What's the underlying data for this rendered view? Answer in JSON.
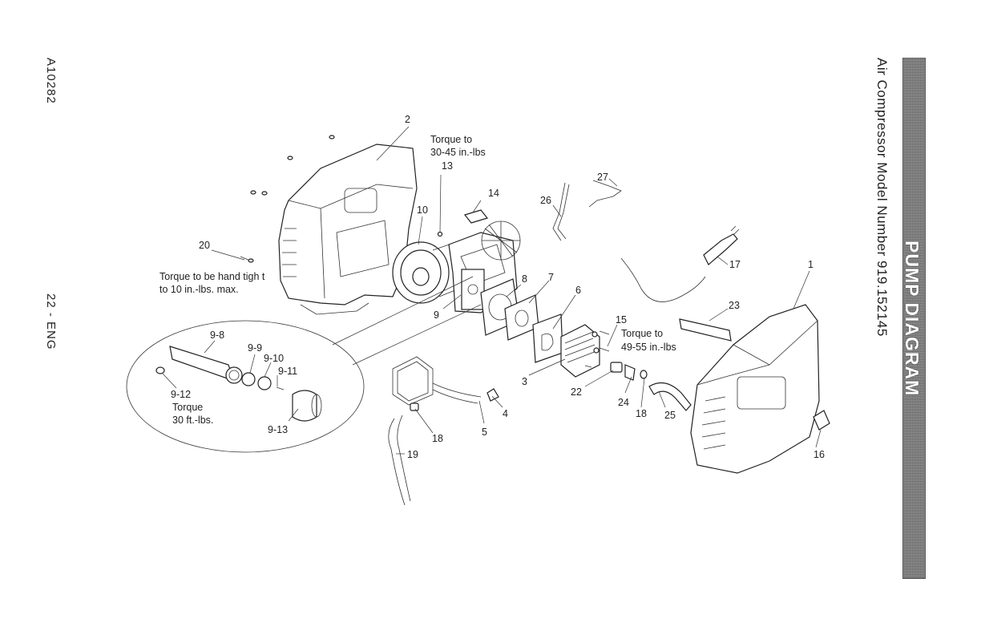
{
  "header": {
    "title": "PUMP DIAGRAM"
  },
  "model_title": "Air Compressor Model Number 919.152145",
  "side": {
    "doc_code": "A10282",
    "page": "22 - ENG"
  },
  "notes": {
    "torque_13": [
      "Torque to",
      "30-45 in.-lbs"
    ],
    "torque_20": [
      "Torque to be hand tigh t",
      "to 10 in.-lbs. max."
    ],
    "torque_15": [
      "Torque to",
      "49-55 in.-lbs"
    ],
    "torque_9_12": [
      "Torque",
      "30 ft.-lbs."
    ]
  },
  "callouts": {
    "c1": "1",
    "c2": "2",
    "c3": "3",
    "c4": "4",
    "c5": "5",
    "c6": "6",
    "c7": "7",
    "c8": "8",
    "c9": "9",
    "c10": "10",
    "c13": "13",
    "c14": "14",
    "c15": "15",
    "c16": "16",
    "c17": "17",
    "c18a": "18",
    "c18b": "18",
    "c19": "19",
    "c20": "20",
    "c22": "22",
    "c23": "23",
    "c24": "24",
    "c25": "25",
    "c26": "26",
    "c27": "27",
    "c9_8": "9-8",
    "c9_9": "9-9",
    "c9_10": "9-10",
    "c9_11": "9-11",
    "c9_12": "9-12",
    "c9_13": "9-13"
  }
}
